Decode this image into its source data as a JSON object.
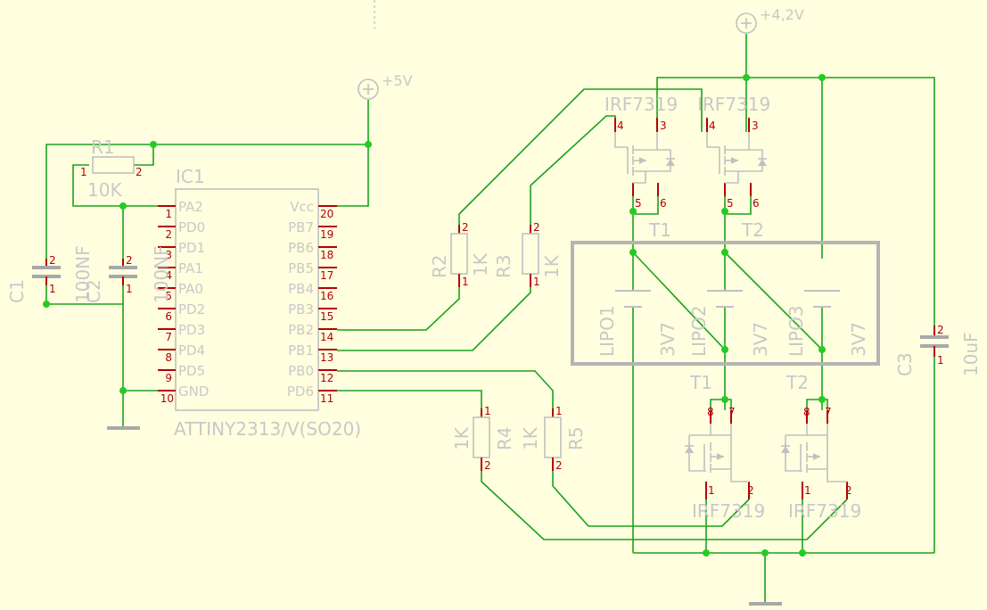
{
  "supplies": {
    "vcc5": "+5V",
    "vcc42": "+4,2V"
  },
  "ic": {
    "name": "IC1",
    "part": "ATTINY2313/V(SO20)",
    "left_pins": [
      {
        "num": "1",
        "name": "PA2"
      },
      {
        "num": "2",
        "name": "PD0"
      },
      {
        "num": "3",
        "name": "PD1"
      },
      {
        "num": "4",
        "name": "PA1"
      },
      {
        "num": "5",
        "name": "PA0"
      },
      {
        "num": "6",
        "name": "PD2"
      },
      {
        "num": "7",
        "name": "PD3"
      },
      {
        "num": "8",
        "name": "PD4"
      },
      {
        "num": "9",
        "name": "PD5"
      },
      {
        "num": "10",
        "name": "GND"
      }
    ],
    "right_pins": [
      {
        "num": "20",
        "name": "Vcc"
      },
      {
        "num": "19",
        "name": "PB7"
      },
      {
        "num": "18",
        "name": "PB6"
      },
      {
        "num": "17",
        "name": "PB5"
      },
      {
        "num": "16",
        "name": "PB4"
      },
      {
        "num": "15",
        "name": "PB3"
      },
      {
        "num": "14",
        "name": "PB2"
      },
      {
        "num": "13",
        "name": "PB1"
      },
      {
        "num": "12",
        "name": "PB0"
      },
      {
        "num": "11",
        "name": "PD6"
      }
    ]
  },
  "r1": {
    "name": "R1",
    "value": "10K",
    "pin1": "1",
    "pin2": "2"
  },
  "c1": {
    "name": "C1",
    "value": "100NF",
    "pin1": "1",
    "pin2": "2"
  },
  "c2": {
    "name": "C2",
    "value": "100NF",
    "pin1": "1",
    "pin2": "2"
  },
  "c3": {
    "name": "C3",
    "value": "10uF",
    "pin1": "1",
    "pin2": "2"
  },
  "r2": {
    "name": "R2",
    "value": "1K"
  },
  "r3": {
    "name": "R3",
    "value": "1K"
  },
  "r4": {
    "name": "R4",
    "value": "1K"
  },
  "r5": {
    "name": "R5",
    "value": "1K"
  },
  "res_pin": {
    "one": "1",
    "two": "2"
  },
  "top_fets": [
    {
      "name": "IRF7319"
    },
    {
      "name": "IRF7319"
    }
  ],
  "bot_fets": [
    {
      "name": "IRF7319"
    },
    {
      "name": "IRF7319"
    }
  ],
  "fet_pins": {
    "p1": "1",
    "p2": "2",
    "p3": "3",
    "p4": "4",
    "p5": "5",
    "p6": "6",
    "p7": "7",
    "p8": "8"
  },
  "net_labels": {
    "t1": "T1",
    "t2": "T2"
  },
  "batteries": [
    {
      "name": "LIPO1",
      "value": "3V7"
    },
    {
      "name": "LIPO2",
      "value": "3V7"
    },
    {
      "name": "LIPO3",
      "value": "3V7"
    }
  ]
}
